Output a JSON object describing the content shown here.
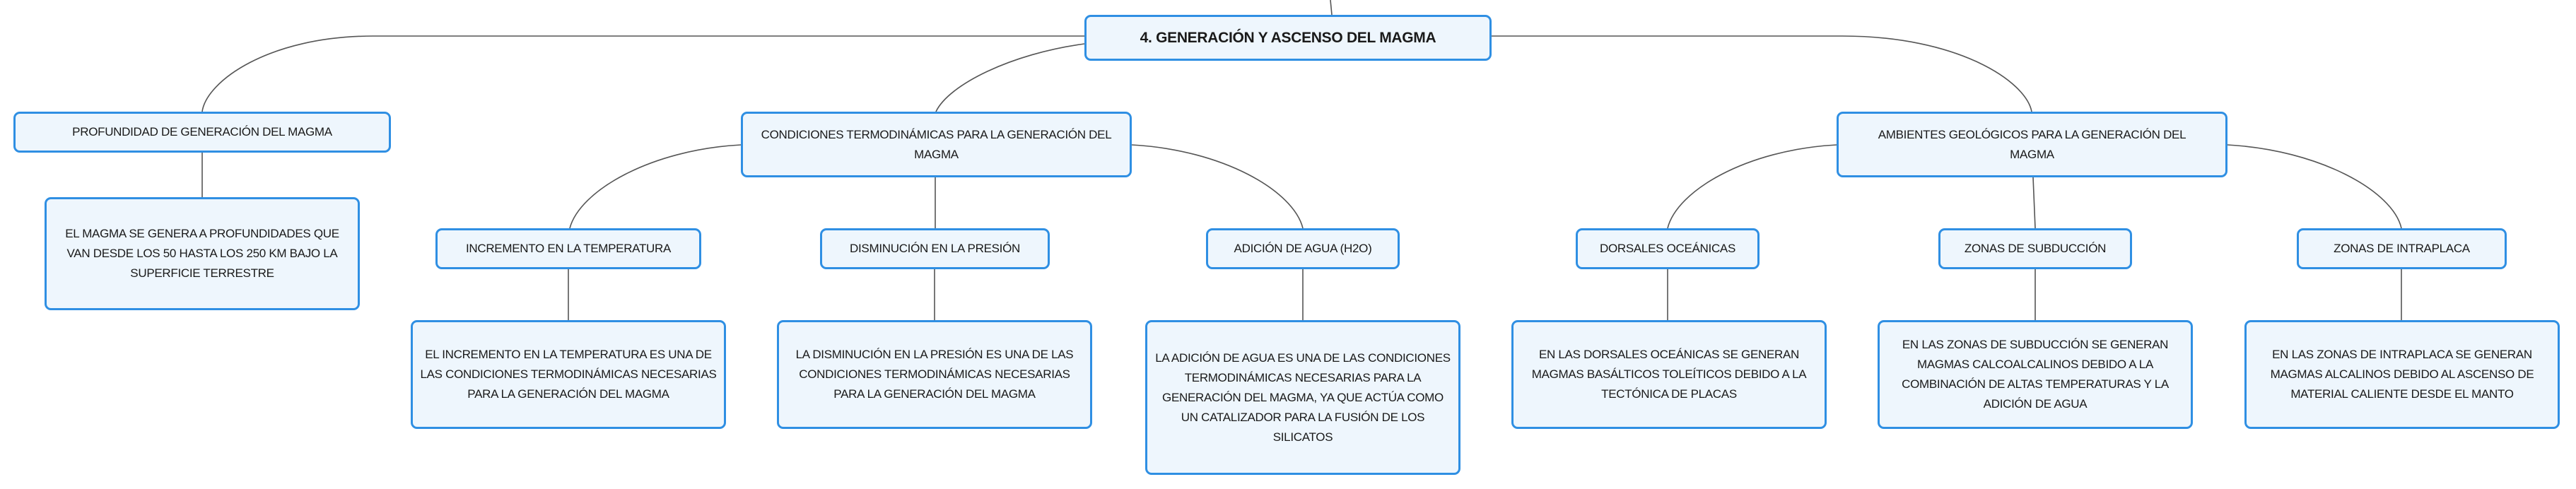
{
  "root": {
    "label": "4. GENERACIÓN Y ASCENSO DEL MAGMA"
  },
  "branches": [
    {
      "label": "PROFUNDIDAD DE GENERACIÓN DEL MAGMA",
      "description": "EL MAGMA SE GENERA A PROFUNDIDADES QUE VAN DESDE LOS 50 HASTA LOS 250 KM BAJO LA SUPERFICIE TERRESTRE"
    },
    {
      "label": "CONDICIONES TERMODINÁMICAS PARA LA GENERACIÓN DEL MAGMA",
      "children": [
        {
          "label": "INCREMENTO EN LA TEMPERATURA",
          "description": "EL INCREMENTO EN LA TEMPERATURA ES UNA DE LAS CONDICIONES TERMODINÁMICAS NECESARIAS PARA LA GENERACIÓN DEL MAGMA"
        },
        {
          "label": "DISMINUCIÓN EN LA PRESIÓN",
          "description": "LA DISMINUCIÓN EN LA PRESIÓN ES UNA DE LAS CONDICIONES TERMODINÁMICAS NECESARIAS PARA LA GENERACIÓN DEL MAGMA"
        },
        {
          "label": "ADICIÓN DE AGUA (H2O)",
          "description": "LA ADICIÓN DE AGUA ES UNA DE LAS CONDICIONES TERMODINÁMICAS NECESARIAS PARA LA GENERACIÓN DEL MAGMA, YA QUE ACTÚA COMO UN CATALIZADOR PARA LA FUSIÓN DE LOS SILICATOS"
        }
      ]
    },
    {
      "label": "AMBIENTES GEOLÓGICOS PARA LA GENERACIÓN DEL MAGMA",
      "children": [
        {
          "label": "DORSALES OCEÁNICAS",
          "description": "EN LAS DORSALES OCEÁNICAS SE GENERAN MAGMAS BASÁLTICOS TOLEÍTICOS DEBIDO A LA TECTÓNICA DE PLACAS"
        },
        {
          "label": "ZONAS DE SUBDUCCIÓN",
          "description": "EN LAS ZONAS DE SUBDUCCIÓN SE GENERAN MAGMAS CALCOALCALINOS DEBIDO A LA COMBINACIÓN DE ALTAS TEMPERATURAS Y LA ADICIÓN DE AGUA"
        },
        {
          "label": "ZONAS DE INTRAPLACA",
          "description": "EN LAS ZONAS DE INTRAPLACA SE GENERAN MAGMAS ALCALINOS DEBIDO AL ASCENSO DE MATERIAL CALIENTE DESDE EL MANTO"
        }
      ]
    }
  ],
  "colors": {
    "border": "#2f8fe3",
    "fill": "#eef6fd",
    "connector": "#555555"
  }
}
